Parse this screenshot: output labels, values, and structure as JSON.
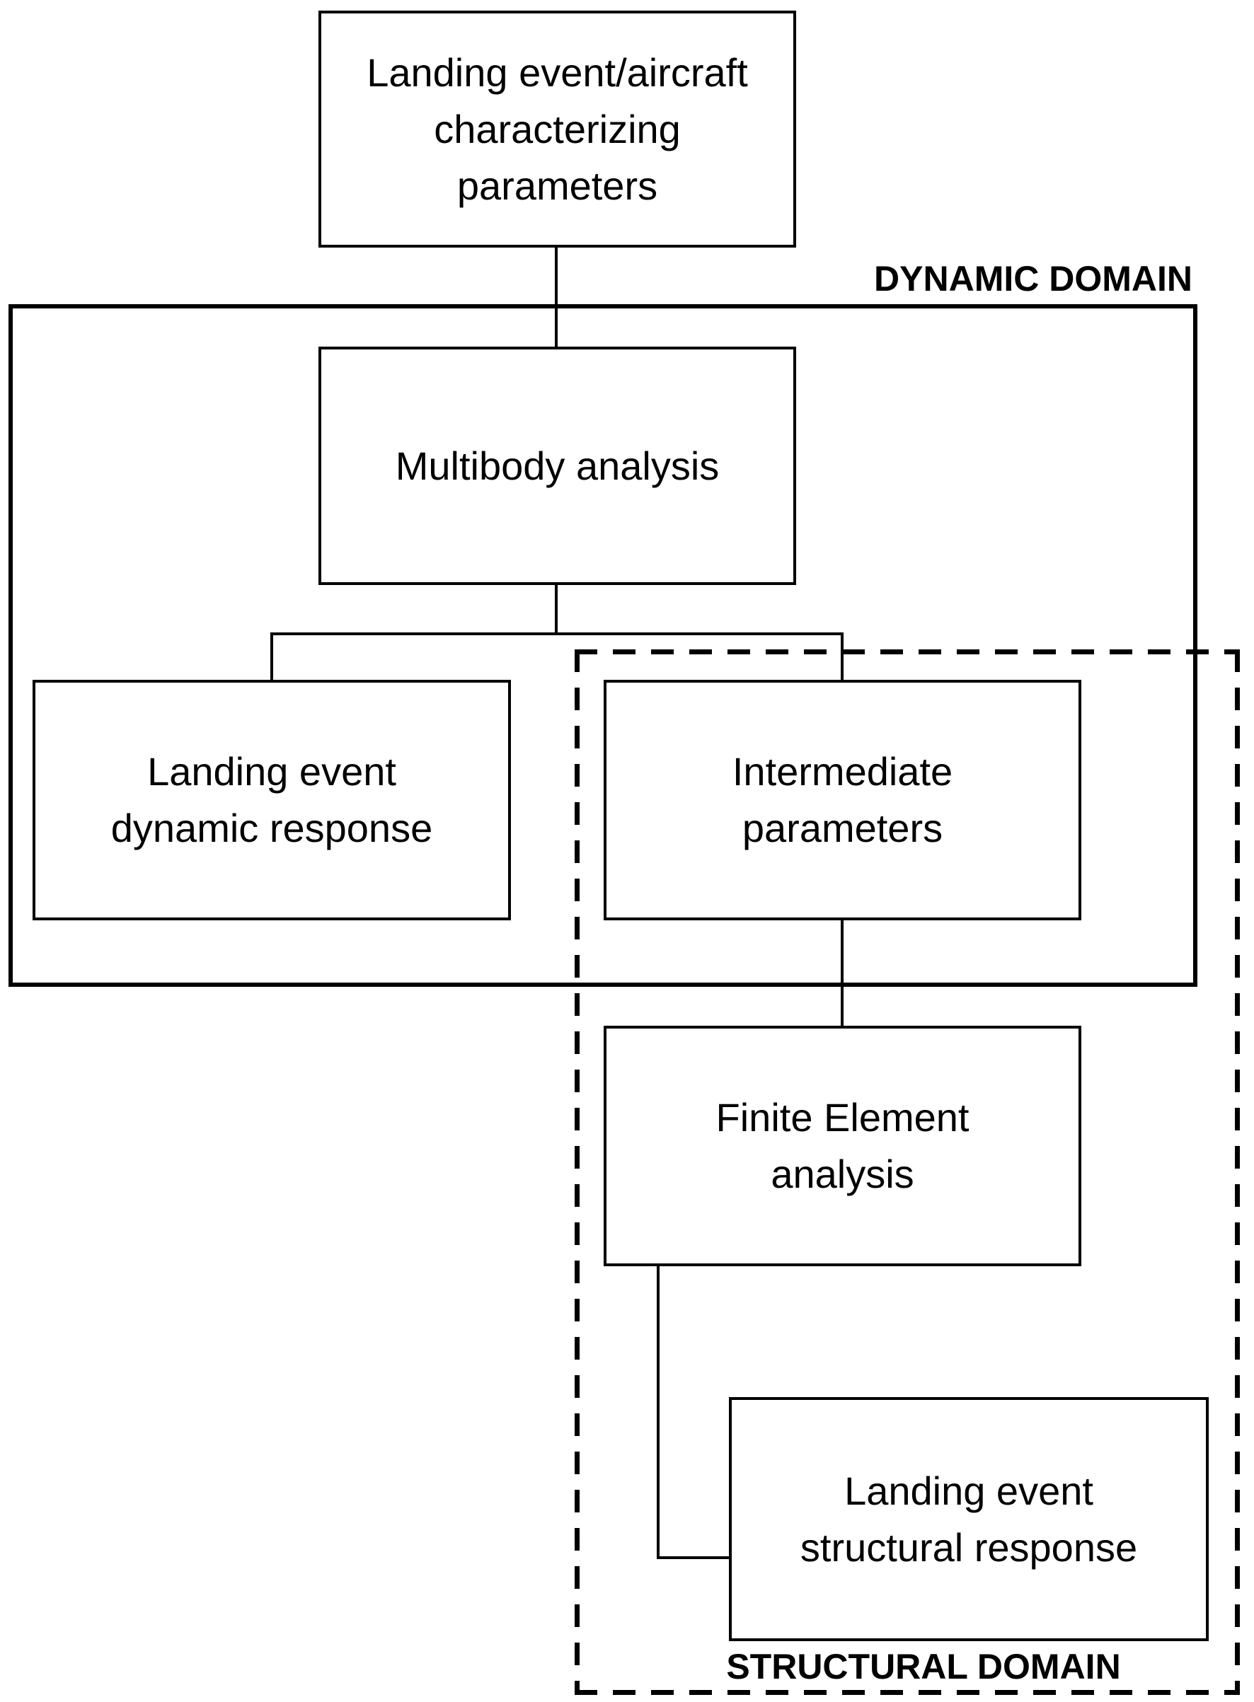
{
  "diagram": {
    "background_color": "#ffffff",
    "line_color": "#000000",
    "nodes": {
      "characterizing_parameters": {
        "label": "Landing event/aircraft\ncharacterizing\nparameters"
      },
      "multibody_analysis": {
        "label": "Multibody analysis"
      },
      "dynamic_response": {
        "label": "Landing event\ndynamic response"
      },
      "intermediate_parameters": {
        "label": "Intermediate\nparameters"
      },
      "finite_element_analysis": {
        "label": "Finite Element\nanalysis"
      },
      "structural_response": {
        "label": "Landing event\nstructural response"
      }
    },
    "domains": {
      "dynamic": {
        "label": "DYNAMIC DOMAIN",
        "border_style": "solid"
      },
      "structural": {
        "label": "STRUCTURAL DOMAIN",
        "border_style": "dashed"
      }
    }
  }
}
